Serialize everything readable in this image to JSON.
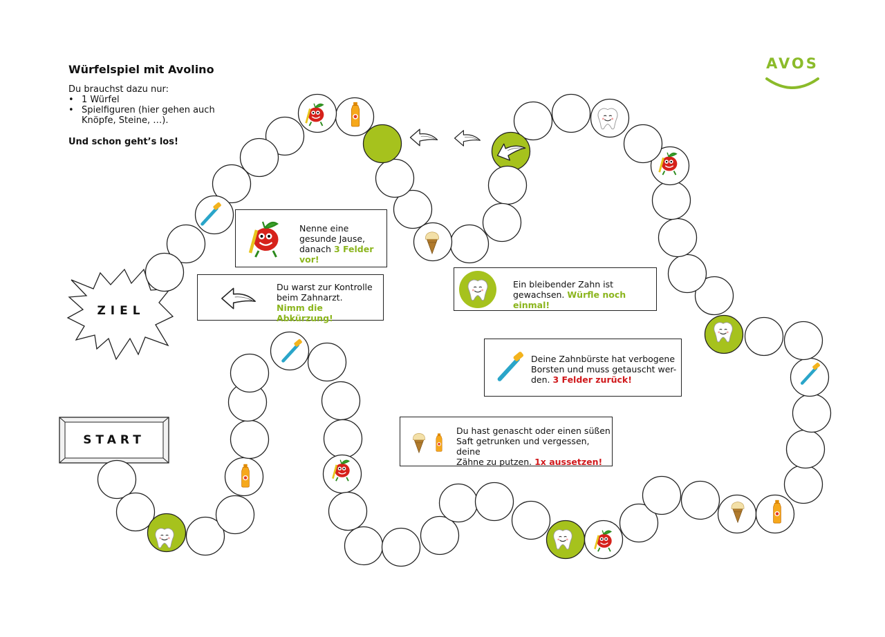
{
  "title": "Würfelspiel mit Avolino",
  "intro": {
    "needs": "Du brauchst dazu nur:",
    "items": [
      "1 Würfel",
      "Spielfiguren (hier gehen auch Knöpfe, Steine, …)."
    ],
    "cta": "Und schon geht’s los!"
  },
  "logo": {
    "text": "AVOS",
    "color": "#8bbb2a"
  },
  "start_label": "START",
  "ziel_label": "ZIEL",
  "colors": {
    "accent_green": "#a6c21d",
    "text_green": "#8bb51d",
    "warning_red": "#d0191c"
  },
  "boxes": {
    "jause": {
      "p1": "Nenne eine",
      "p2": "gesunde Jause,",
      "p3": "danach ",
      "action": "3 Felder vor!"
    },
    "kontrolle": {
      "p1": "Du warst zur Kontrolle",
      "p2": "beim Zahnarzt.",
      "action": "Nimm die Abkürzung!"
    },
    "zahn": {
      "p1": "Ein bleibender Zahn ist",
      "p2": "gewachsen. ",
      "action": "Würfle noch einmal!"
    },
    "zahnbuerste": {
      "p1": "Deine Zahnbürste hat verbogene",
      "p2": "Borsten und muss getauscht wer-",
      "p3": "den. ",
      "action": "3 Felder zurück!"
    },
    "genascht": {
      "p1": "Du hast genascht oder einen süßen",
      "p2": "Saft getrunken und vergessen, deine",
      "p3": "Zähne zu putzen. ",
      "action": "1x aussetzen!"
    }
  },
  "icons": [
    "apple-mascot-icon",
    "juice-bottle-icon",
    "toothbrush-icon",
    "ice-cream-icon",
    "tooth-icon",
    "back-arrow-icon"
  ]
}
